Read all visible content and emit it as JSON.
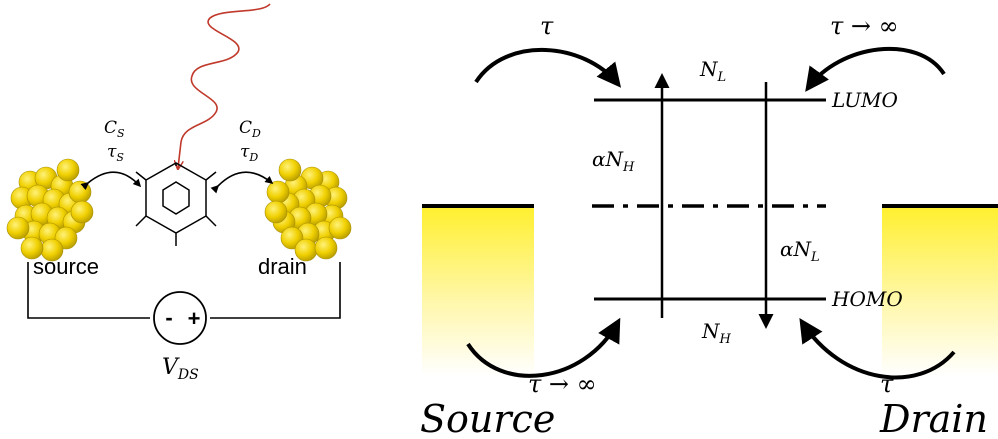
{
  "left_panel": {
    "source_label": "source",
    "drain_label": "drain",
    "cs_label": "C",
    "cs_sub": "S",
    "taus_label": "τ",
    "taus_sub": "S",
    "cd_label": "C",
    "cd_sub": "D",
    "taud_label": "τ",
    "taud_sub": "D",
    "vds_label": "V",
    "vds_sub": "DS",
    "battery_minus": "-",
    "battery_plus": "+",
    "gold_color": "#f2d400",
    "photon_color": "#c0392b"
  },
  "right_panel": {
    "tau_top_left": "τ",
    "tau_top_right": "τ → ∞",
    "tau_bottom_left": "τ → ∞",
    "tau_bottom_right": "τ",
    "nl_top_base": "N",
    "nl_top_sub": "L",
    "nh_bottom_base": "N",
    "nh_bottom_sub": "H",
    "alpha_nh_base": "αN",
    "alpha_nh_sub": "H",
    "alpha_nl_base": "αN",
    "alpha_nl_sub": "L",
    "lumo_label": "LUMO",
    "homo_label": "HOMO",
    "source_label": "Source",
    "drain_label": "Drain",
    "fermi_fill_color": "#ffee33"
  }
}
